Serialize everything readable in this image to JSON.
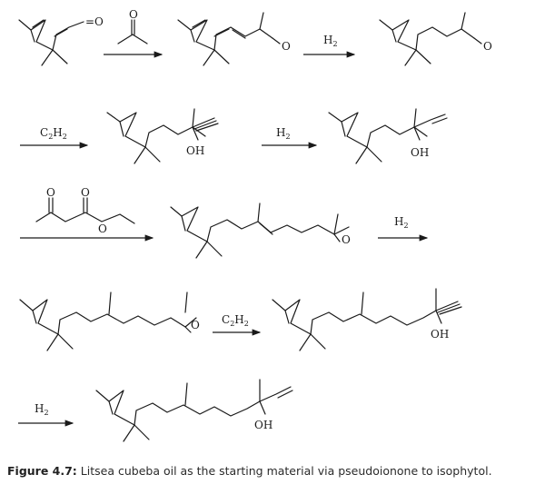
{
  "figure": {
    "label": "Figure 4.7:",
    "caption": " Litsea cubeba oil as the starting material via pseudoionone to isophytol."
  },
  "labels": {
    "aldehyde_o": "=O",
    "ketone_o": "O",
    "oh": "OH"
  },
  "reagents": {
    "h2": [
      "H",
      "2"
    ],
    "c2h2": [
      "C",
      "2",
      "H",
      "2"
    ]
  },
  "arrow_color": "#1a1a1a"
}
